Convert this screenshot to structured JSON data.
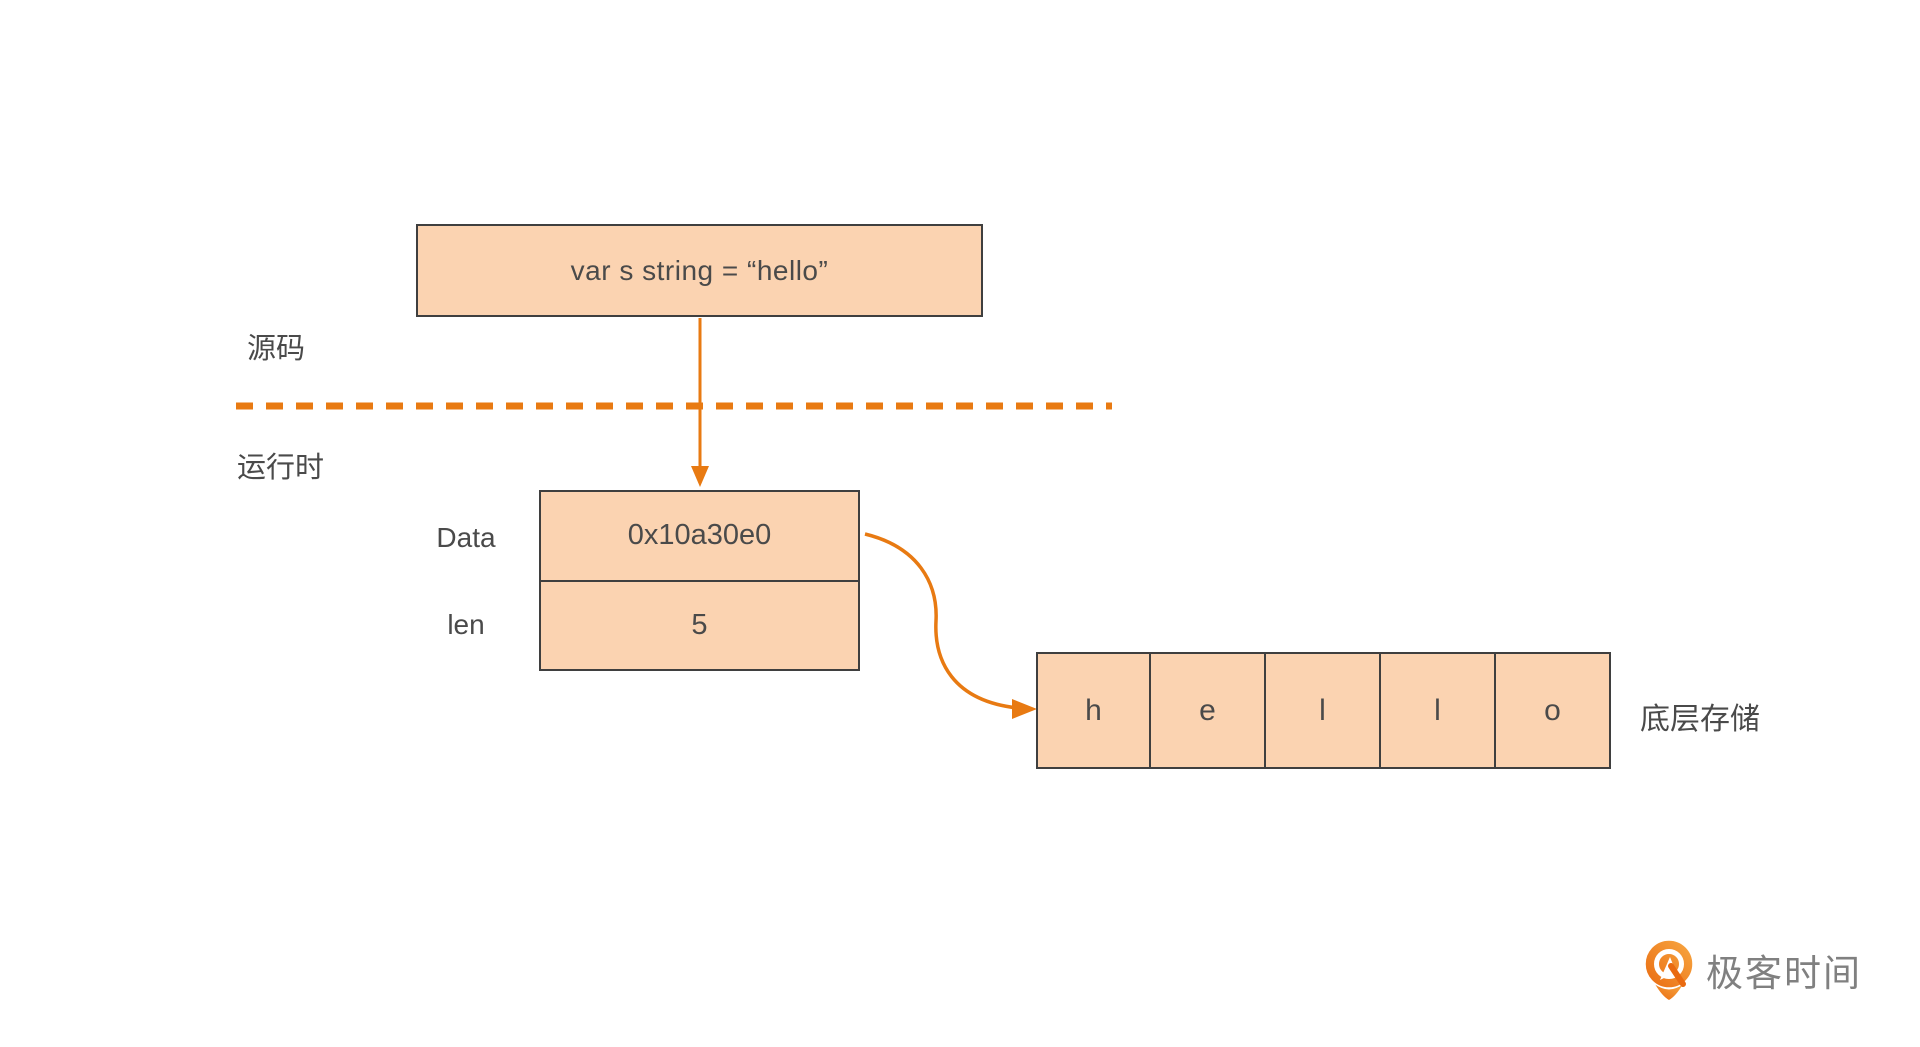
{
  "source_section": {
    "label": "源码",
    "code_box": {
      "text": "var s string = “hello”"
    }
  },
  "runtime_section": {
    "label": "运行时",
    "string_header": {
      "fields": [
        {
          "name": "Data",
          "value": "0x10a30e0"
        },
        {
          "name": "len",
          "value": "5"
        }
      ]
    },
    "storage": {
      "label": "底层存储",
      "cells": [
        "h",
        "e",
        "l",
        "l",
        "o"
      ]
    }
  },
  "colors": {
    "accent_orange": "#E87A12",
    "box_fill": "#FBD3B1",
    "box_border": "#3F3F3F",
    "text_dark": "#4A4A4A",
    "logo_gray": "#808080"
  },
  "branding": {
    "logo_mark": "geektime-pin-icon",
    "logo_text": "极客时间"
  }
}
